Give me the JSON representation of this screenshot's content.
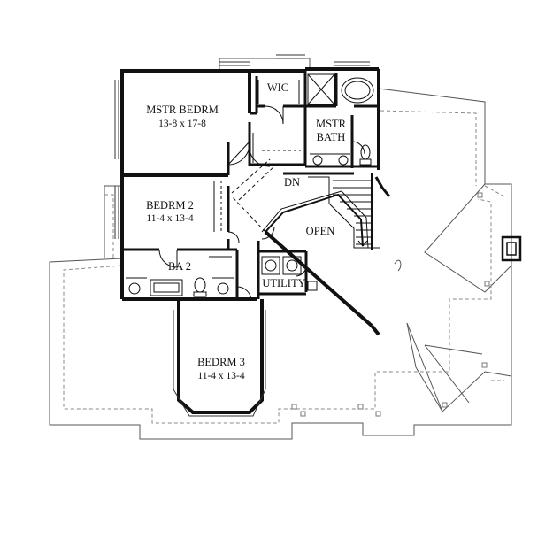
{
  "plan": {
    "rooms": {
      "master_bedroom": {
        "name": "MSTR BEDRM",
        "size": "13-8 x 17-8"
      },
      "walk_in_closet": {
        "name": "WIC"
      },
      "master_bath": {
        "name_line1": "MSTR",
        "name_line2": "BATH"
      },
      "bedroom_2": {
        "name": "BEDRM 2",
        "size": "11-4 x 13-4"
      },
      "bath_2": {
        "name": "BA 2"
      },
      "utility": {
        "name": "UTILITY"
      },
      "open": {
        "name": "OPEN"
      },
      "bedroom_3": {
        "name": "BEDRM 3",
        "size": "11-4 x 13-4"
      }
    },
    "stairs_label": "DN"
  },
  "colors": {
    "wall": "#111111",
    "roof_dash": "#9a9a9a",
    "background": "#ffffff"
  }
}
